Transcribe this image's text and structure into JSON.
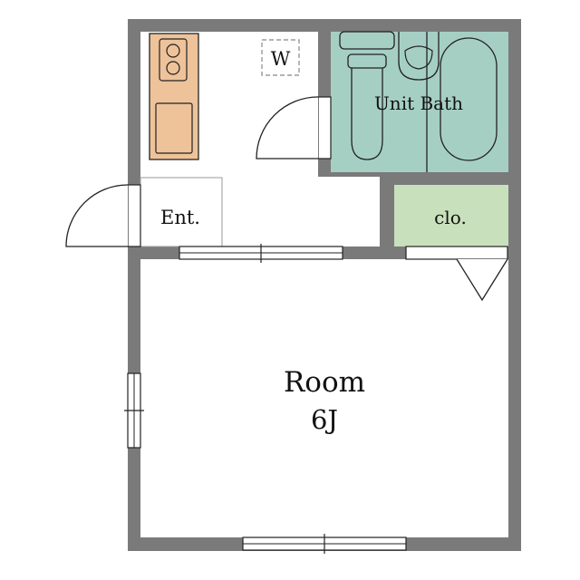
{
  "rooms": {
    "bath": "Unit Bath",
    "washer": "W",
    "entrance": "Ent.",
    "closet": "clo.",
    "main_name": "Room",
    "main_size": "6J"
  },
  "colors": {
    "wall": "#7a7a7a",
    "kitchen": "#eec39a",
    "bath": "#a6cfc4",
    "closet": "#c9e0bc",
    "line": "#222222"
  },
  "icons": [
    "stove-icon",
    "sink-icon",
    "toilet-icon",
    "bathtub-icon",
    "washbasin-icon",
    "washer-space-icon",
    "door-swing-icon",
    "window-icon"
  ]
}
